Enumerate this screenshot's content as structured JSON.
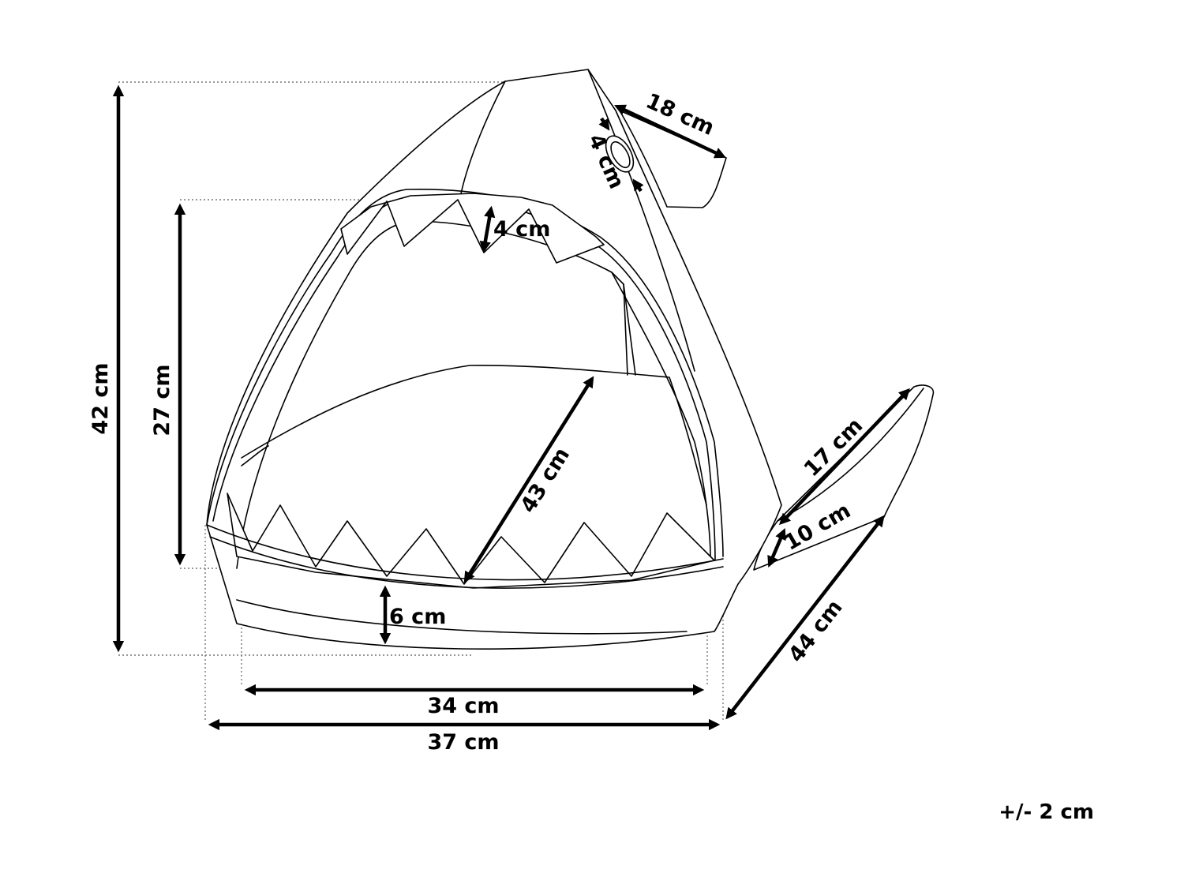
{
  "dimensions": {
    "total_height": "42 cm",
    "opening_height": "27 cm",
    "fin_length": "18 cm",
    "eye_diameter": "4 cm",
    "tooth_height": "4 cm",
    "depth_diagonal": "43 cm",
    "tail_length": "17 cm",
    "tail_width": "10 cm",
    "side_depth": "44 cm",
    "rim_height": "6 cm",
    "inner_width": "34 cm",
    "outer_width": "37 cm"
  },
  "tolerance": "+/- 2 cm"
}
